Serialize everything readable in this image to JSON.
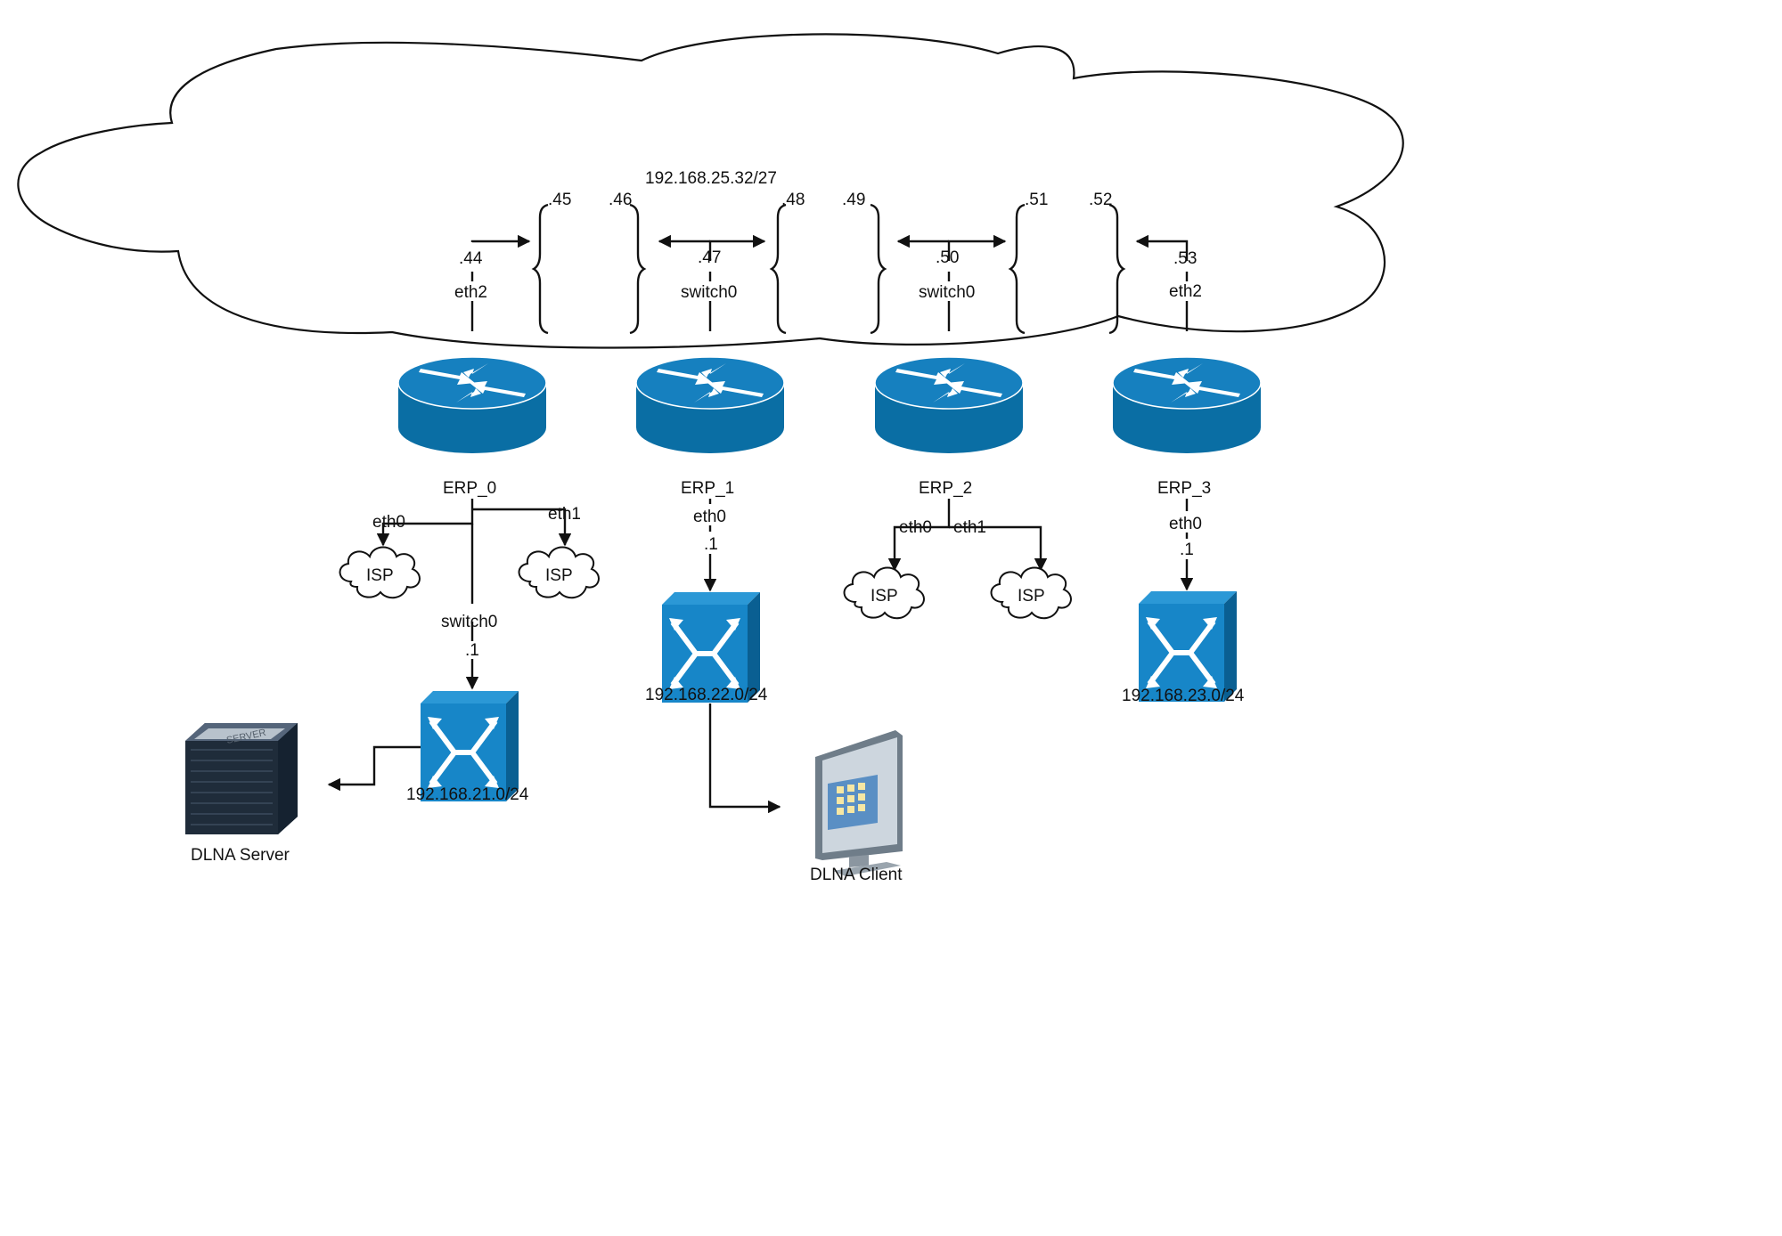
{
  "backbone": {
    "subnet": "192.168.25.32/27",
    "addresses": [
      ".44",
      ".45",
      ".46",
      ".47",
      ".48",
      ".49",
      ".50",
      ".51",
      ".52",
      ".53"
    ]
  },
  "routers": [
    {
      "name": "ERP_0",
      "uplink": "eth2"
    },
    {
      "name": "ERP_1",
      "uplink": "switch0"
    },
    {
      "name": "ERP_2",
      "uplink": "switch0"
    },
    {
      "name": "ERP_3",
      "uplink": "eth2"
    }
  ],
  "downlinks": {
    "erp0": {
      "left": "eth0",
      "right": "eth1",
      "switch": "switch0",
      "gateway": ".1",
      "subnet": "192.168.21.0/24"
    },
    "erp1": {
      "iface": "eth0",
      "gateway": ".1",
      "subnet": "192.168.22.0/24"
    },
    "erp2": {
      "left": "eth0",
      "right": "eth1"
    },
    "erp3": {
      "iface": "eth0",
      "gateway": ".1",
      "subnet": "192.168.23.0/24"
    }
  },
  "isp_label": "ISP",
  "devices": {
    "server": "DLNA Server",
    "server_badge": "SERVER",
    "client": "DLNA Client"
  },
  "colors": {
    "device_blue": "#0a6ea4",
    "switch_blue": "#1786c8",
    "line": "#111111"
  }
}
